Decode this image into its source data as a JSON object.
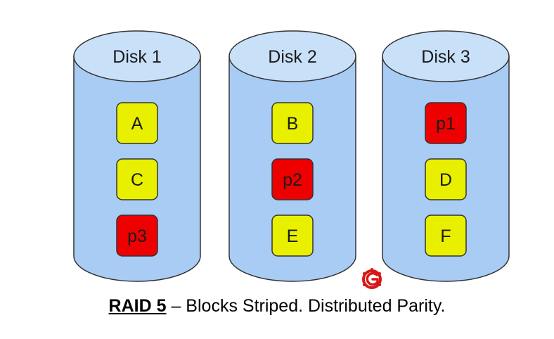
{
  "disks": [
    {
      "label": "Disk 1",
      "blocks": [
        {
          "label": "A",
          "kind": "data"
        },
        {
          "label": "C",
          "kind": "data"
        },
        {
          "label": "p3",
          "kind": "parity"
        }
      ]
    },
    {
      "label": "Disk 2",
      "blocks": [
        {
          "label": "B",
          "kind": "data"
        },
        {
          "label": "p2",
          "kind": "parity"
        },
        {
          "label": "E",
          "kind": "data"
        }
      ]
    },
    {
      "label": "Disk 3",
      "blocks": [
        {
          "label": "p1",
          "kind": "parity"
        },
        {
          "label": "D",
          "kind": "data"
        },
        {
          "label": "F",
          "kind": "data"
        }
      ]
    }
  ],
  "caption": {
    "strong": "RAID 5",
    "rest": " – Blocks Striped. Distributed Parity."
  },
  "colors": {
    "disk_body": "#a8ccf4",
    "disk_top": "#c9e0f9",
    "disk_stroke": "#333333",
    "data_block": "#e8f000",
    "parity_block": "#ee0000",
    "logo_red": "#d81818"
  },
  "logo": {
    "icon": "g-logo-icon"
  }
}
